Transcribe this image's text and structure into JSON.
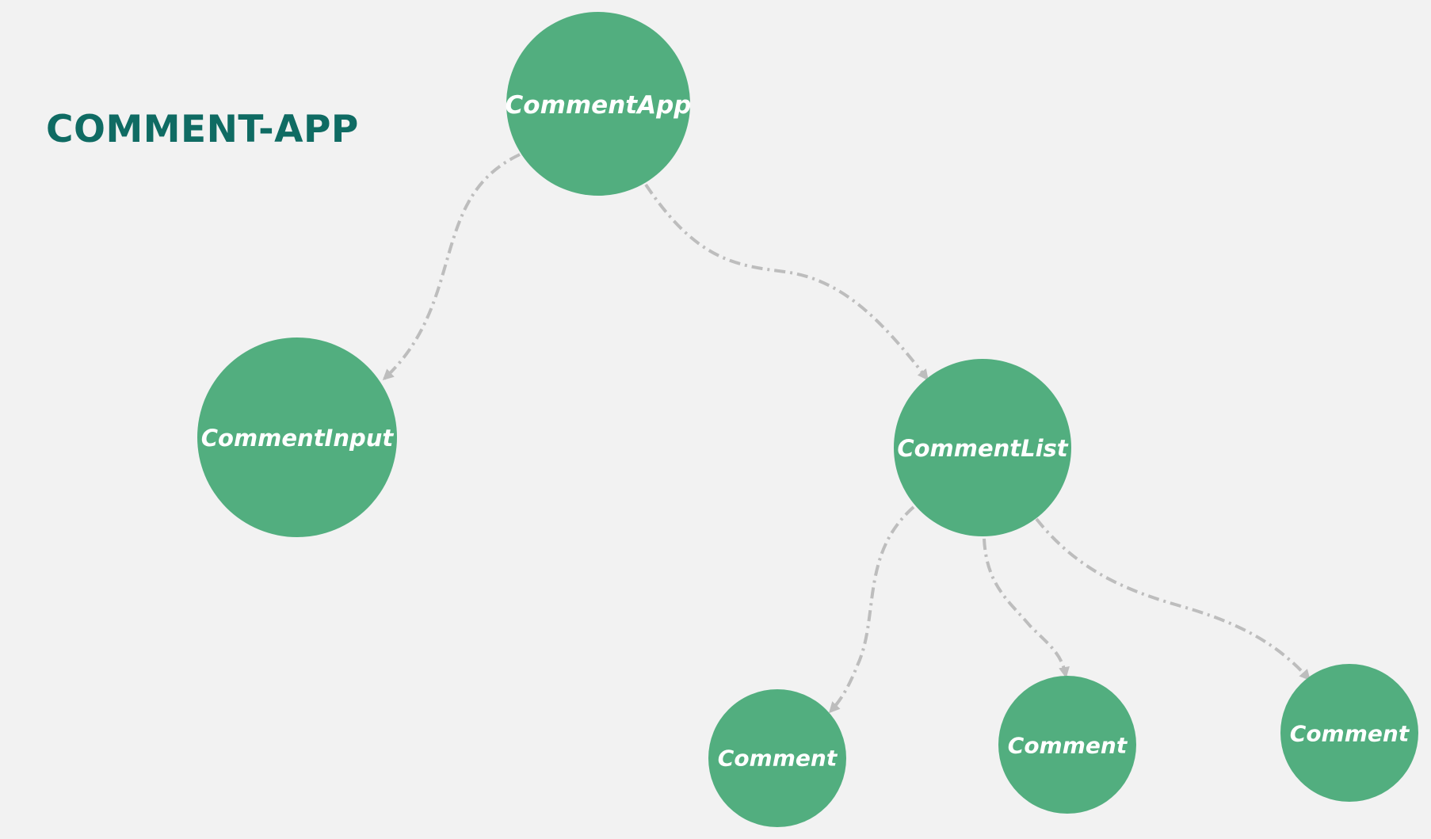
{
  "title": "COMMENT-APP",
  "colors": {
    "background": "#f2f2f2",
    "node_fill": "#52ae7f",
    "node_text": "#ffffff",
    "edge": "#bdbdbd",
    "title": "#0f6b63"
  },
  "nodes": [
    {
      "id": "app",
      "label": "CommentApp"
    },
    {
      "id": "input",
      "label": "CommentInput"
    },
    {
      "id": "list",
      "label": "CommentList"
    },
    {
      "id": "c1",
      "label": "Comment"
    },
    {
      "id": "c2",
      "label": "Comment"
    },
    {
      "id": "c3",
      "label": "Comment"
    }
  ],
  "edges": [
    {
      "from": "app",
      "to": "input"
    },
    {
      "from": "app",
      "to": "list"
    },
    {
      "from": "list",
      "to": "c1"
    },
    {
      "from": "list",
      "to": "c2"
    },
    {
      "from": "list",
      "to": "c3"
    }
  ]
}
